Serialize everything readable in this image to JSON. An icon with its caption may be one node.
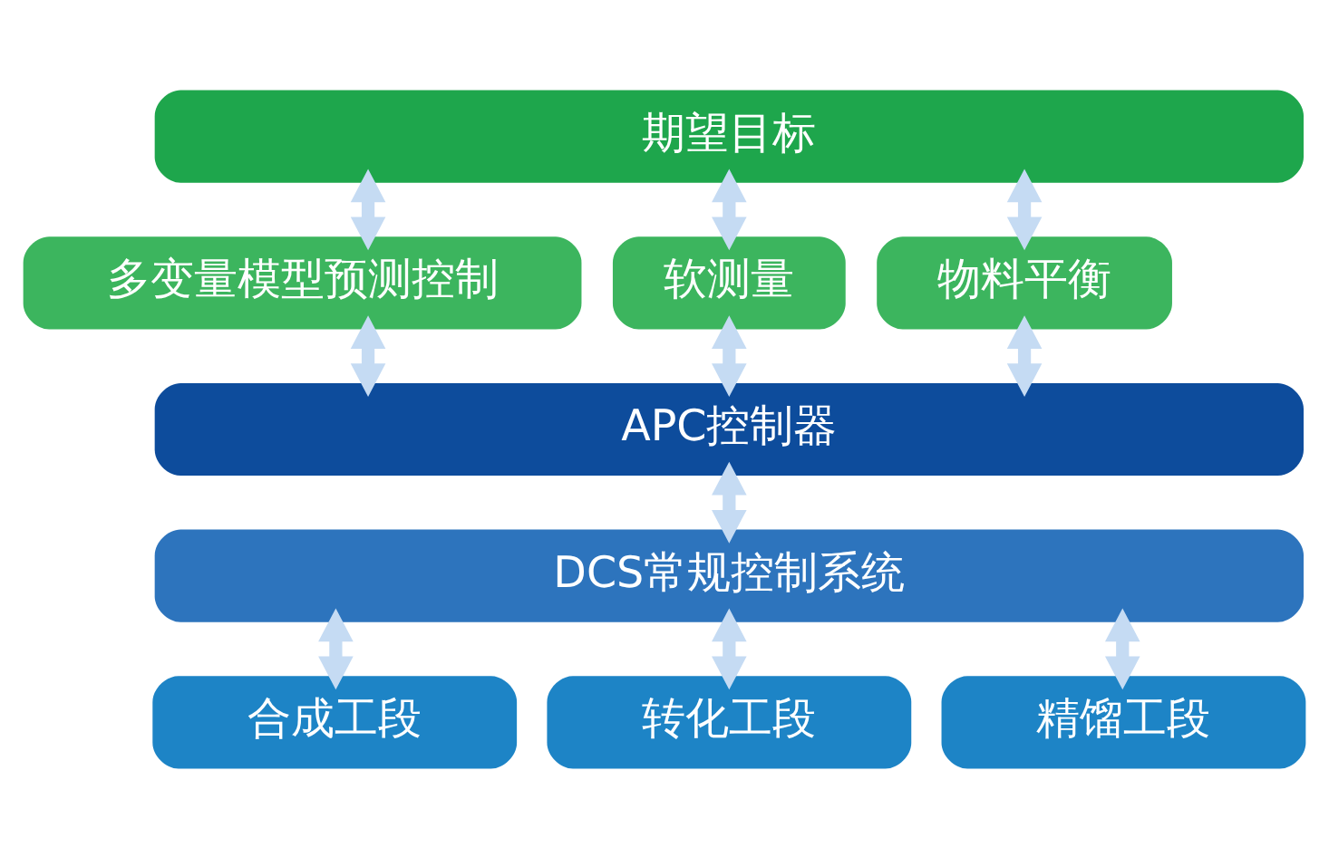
{
  "diagram": {
    "nodes": [
      {
        "text": [
          "期望目标"
        ]
      },
      {
        "text": [
          "多变量模型预测控制"
        ]
      },
      {
        "text": [
          "软测量"
        ]
      },
      {
        "text": [
          "物料平衡"
        ]
      },
      {
        "text": [
          "APC控制器"
        ]
      },
      {
        "text": [
          "DCS常规控制系统"
        ]
      },
      {
        "text": [
          "合成工段"
        ]
      },
      {
        "text": [
          "转化工段"
        ]
      },
      {
        "text": [
          "精馏工段"
        ]
      }
    ],
    "edges": [
      {
        "from": 0,
        "to": 1,
        "arrow": "both"
      },
      {
        "from": 0,
        "to": 2,
        "arrow": "both"
      },
      {
        "from": 0,
        "to": 3,
        "arrow": "both"
      },
      {
        "from": 1,
        "to": 4,
        "arrow": "both"
      },
      {
        "from": 2,
        "to": 4,
        "arrow": "both"
      },
      {
        "from": 3,
        "to": 4,
        "arrow": "both"
      },
      {
        "from": 4,
        "to": 5,
        "arrow": "both"
      },
      {
        "from": 5,
        "to": 6,
        "arrow": "both"
      },
      {
        "from": 5,
        "to": 7,
        "arrow": "both"
      },
      {
        "from": 5,
        "to": 8,
        "arrow": "both"
      }
    ]
  }
}
